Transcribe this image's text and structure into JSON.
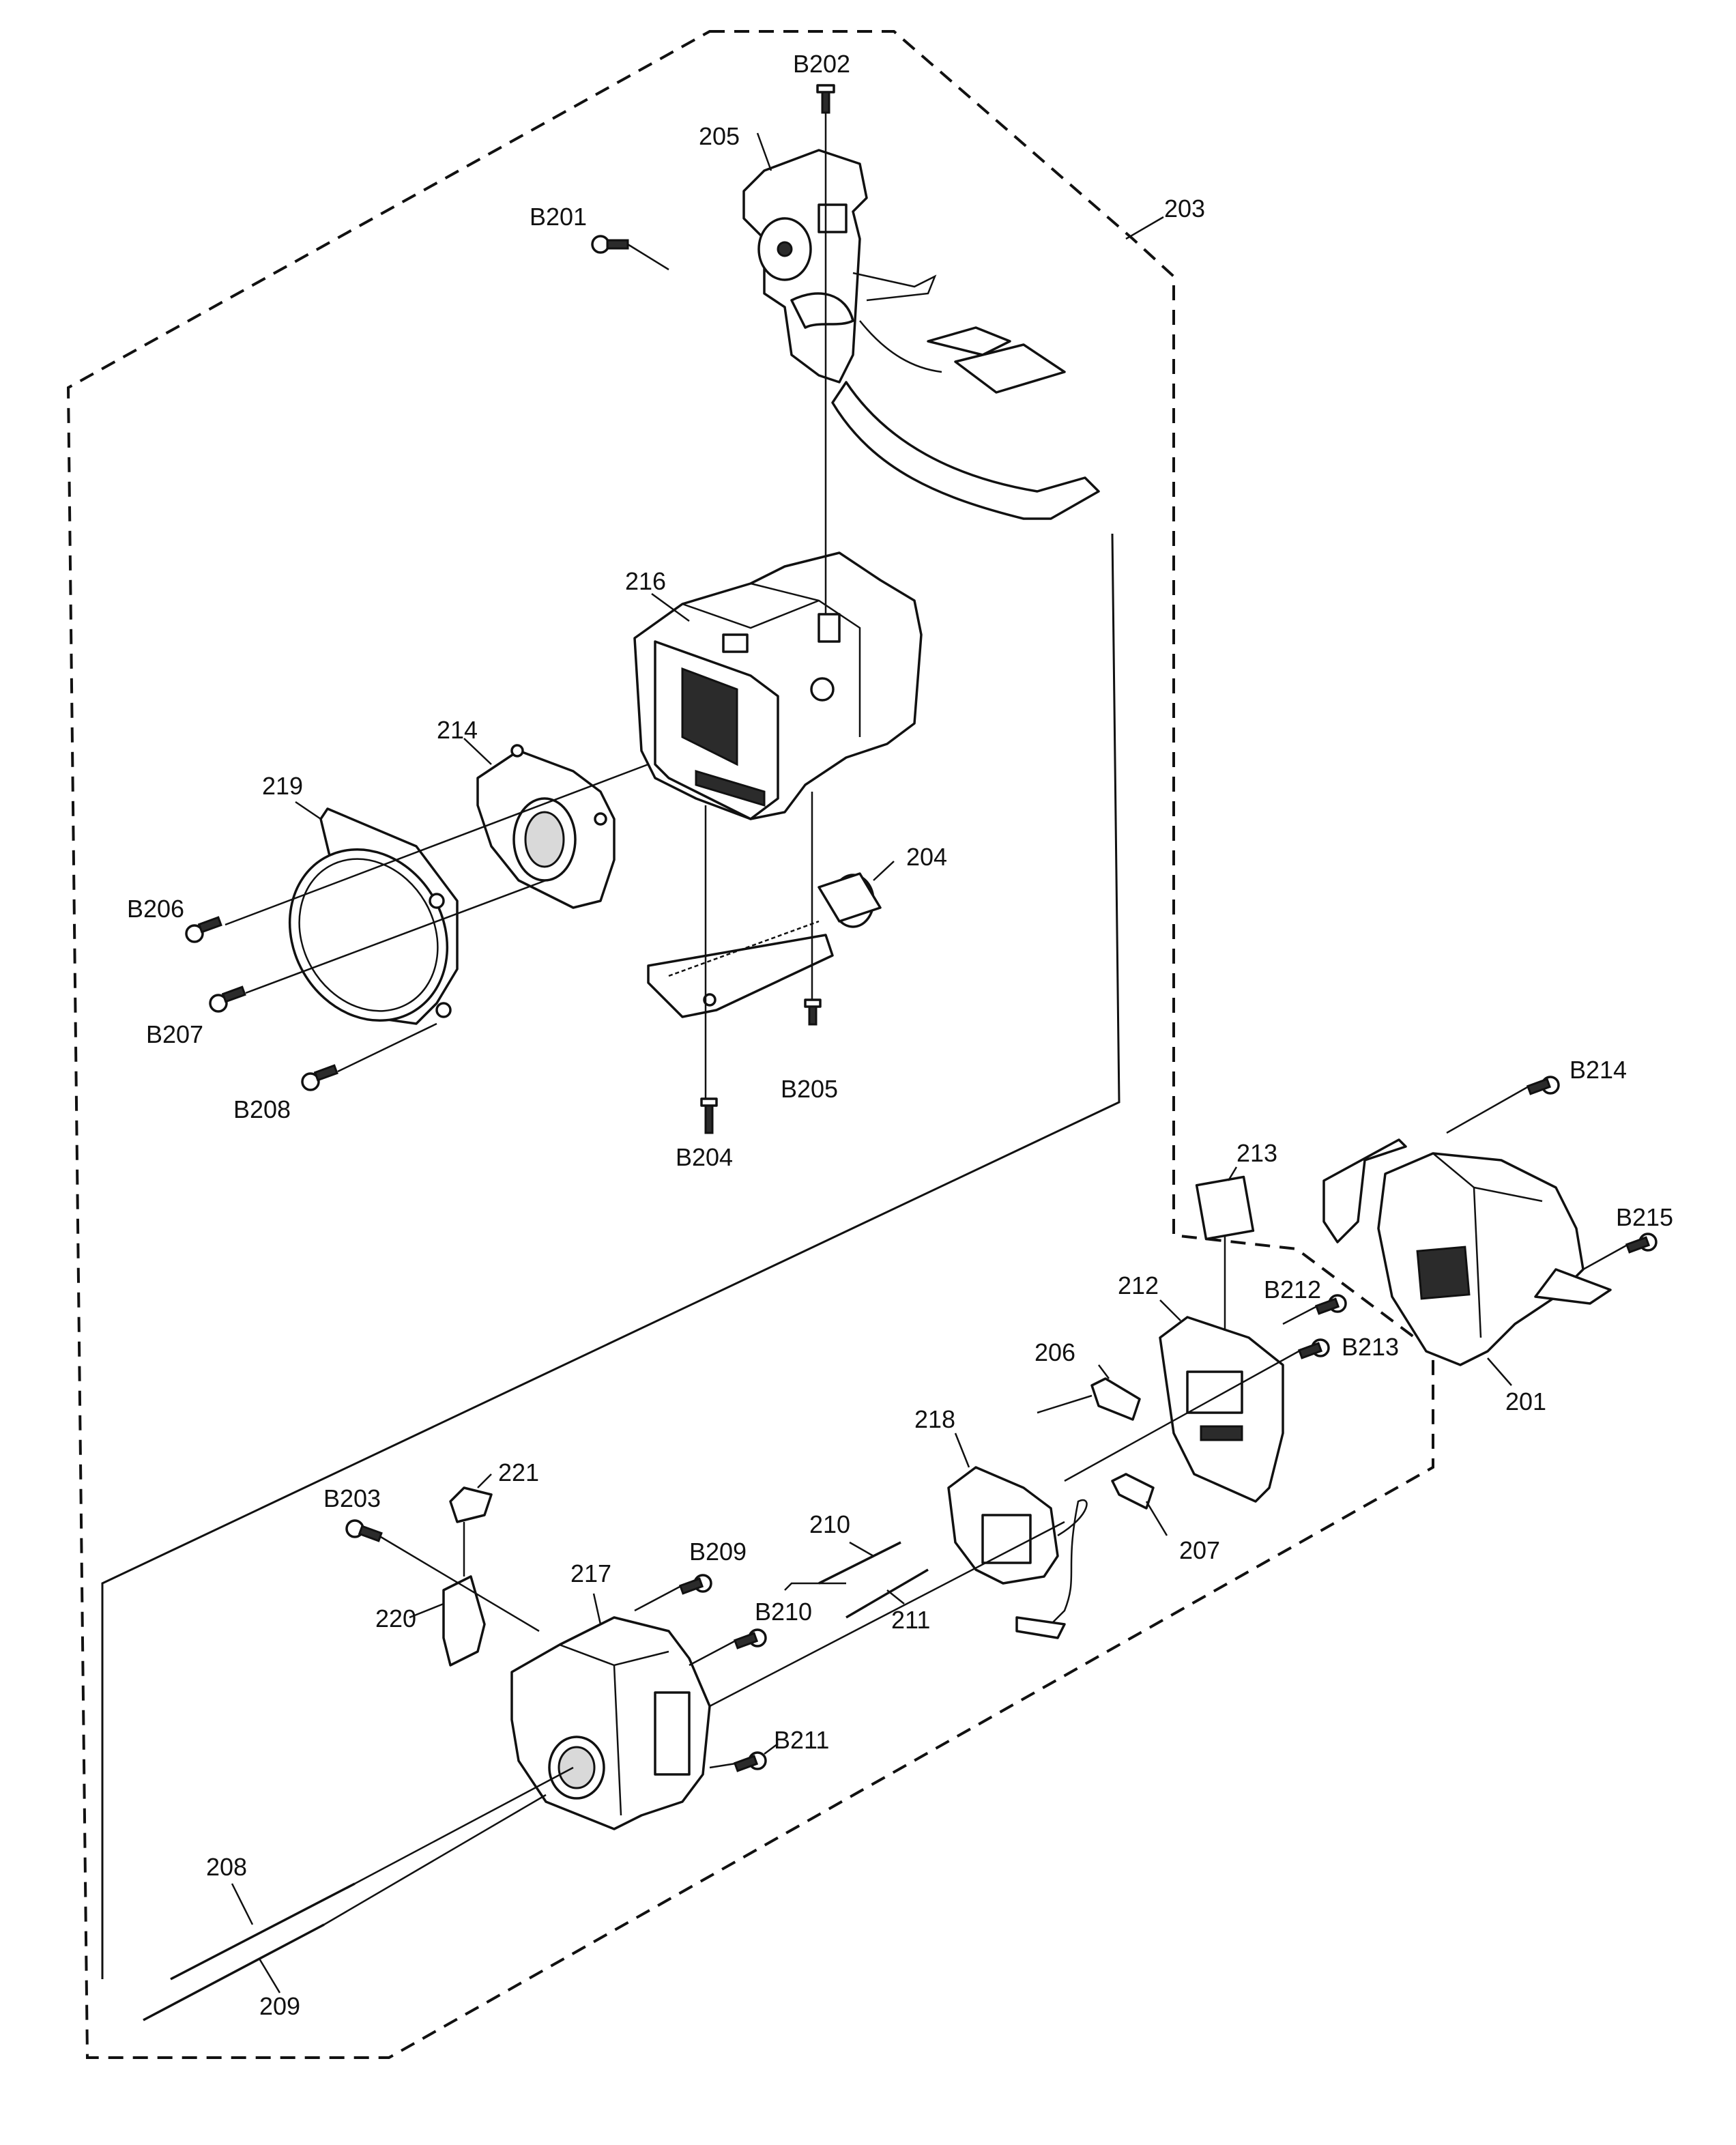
{
  "labels": {
    "B202": "B202",
    "205": "205",
    "B201": "B201",
    "203": "203",
    "216": "216",
    "214": "214",
    "219": "219",
    "204": "204",
    "B206": "B206",
    "B207": "B207",
    "B208": "B208",
    "B205": "B205",
    "B204": "B204",
    "B214": "B214",
    "213": "213",
    "B215": "B215",
    "212": "212",
    "B212": "B212",
    "B213": "B213",
    "201": "201",
    "206": "206",
    "218": "218",
    "207": "207",
    "221": "221",
    "B203": "B203",
    "210": "210",
    "B209": "B209",
    "217": "217",
    "220": "220",
    "211": "211",
    "B210": "B210",
    "B211": "B211",
    "208": "208",
    "209": "209"
  }
}
